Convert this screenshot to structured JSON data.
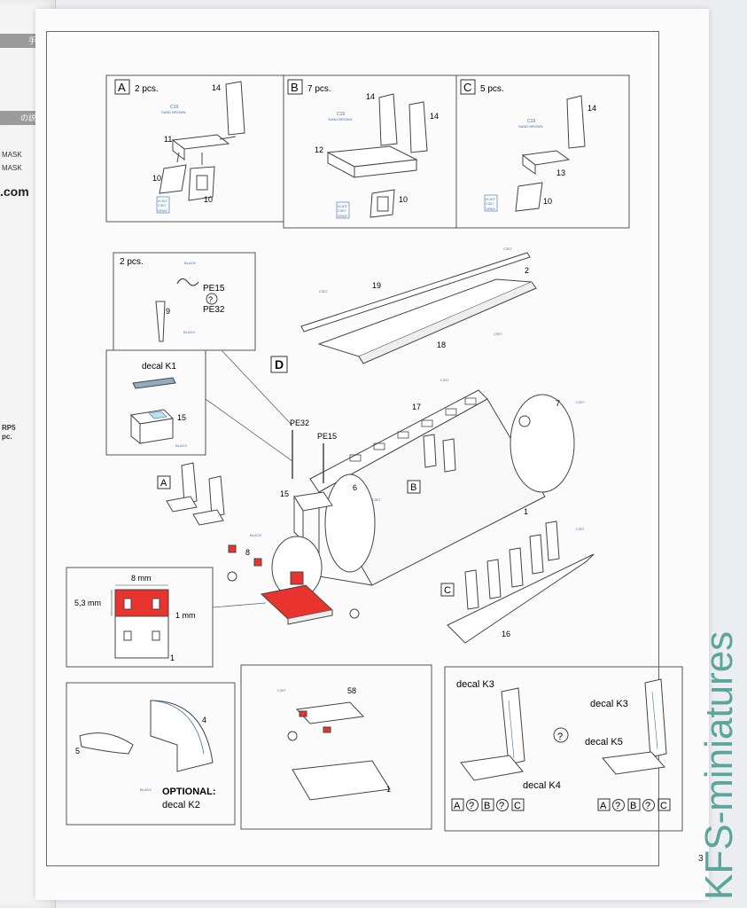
{
  "prev_page": {
    "fragments": [
      "MASK",
      "MASK",
      ".com",
      "RP5",
      "pc."
    ],
    "header_glyphs": [
      "手順",
      "の説明"
    ]
  },
  "panels": {
    "A": {
      "letter": "A",
      "qty": "2 pcs.",
      "parts": [
        "14",
        "11",
        "10",
        "10"
      ]
    },
    "B": {
      "letter": "B",
      "qty": "7 pcs.",
      "parts": [
        "14",
        "14",
        "12",
        "10"
      ]
    },
    "C": {
      "letter": "C",
      "qty": "5 pcs.",
      "parts": [
        "14",
        "13",
        "10"
      ]
    }
  },
  "paint_codes": {
    "c19": [
      "C19",
      "SAND BROWN"
    ],
    "c307": [
      "H-307",
      "C307",
      "GRAY"
    ],
    "c2": [
      "H2",
      "C2",
      "BLACK"
    ]
  },
  "detail_d": {
    "label": "D",
    "qty": "2 pcs.",
    "pe15": "PE15",
    "pe32": "PE32",
    "part9": "9",
    "decal_k1": "decal K1",
    "part15": "15"
  },
  "main_assembly": {
    "parts": [
      "19",
      "2",
      "18",
      "17",
      "7",
      "6",
      "15",
      "1",
      "8",
      "16"
    ],
    "sub_labels": [
      "A",
      "B",
      "C"
    ],
    "pe32": "PE32",
    "pe15": "PE15"
  },
  "inset_dim": {
    "width": "8 mm",
    "height": "5,3 mm",
    "gap": "1 mm",
    "part": "1"
  },
  "inset_optional": {
    "parts": [
      "4",
      "5"
    ],
    "optional": "OPTIONAL:",
    "decal": "decal K2"
  },
  "inset_58": {
    "parts": [
      "58",
      "1"
    ]
  },
  "inset_decals": {
    "left": {
      "k3": "decal K3",
      "k4": "decal K4"
    },
    "right": {
      "k3": "decal K3",
      "k5": "decal K5"
    },
    "options": [
      "A",
      "?",
      "B",
      "?",
      "C"
    ]
  },
  "page_number": "3",
  "watermark": "KFS-miniatures"
}
